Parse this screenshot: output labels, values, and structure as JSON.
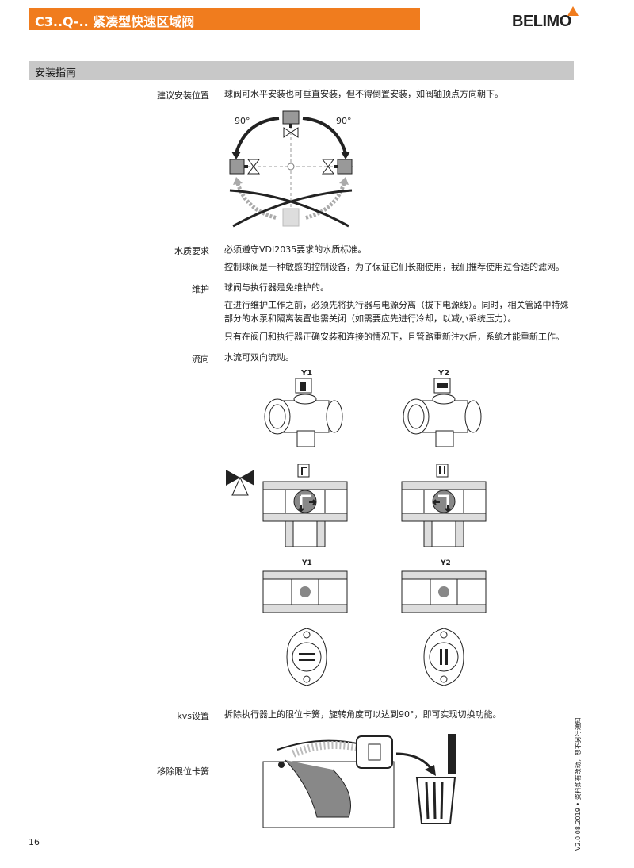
{
  "header": {
    "title": "C3..Q-.. 紧凑型快速区域阀",
    "logo_text": "BELIMO"
  },
  "section": {
    "title": "安装指南"
  },
  "install_position": {
    "label": "建议安装位置",
    "text": "球阀可水平安装也可垂直安装，但不得倒置安装，如阀轴顶点方向朝下。",
    "angle_left": "90°",
    "angle_right": "90°"
  },
  "water_quality": {
    "label": "水质要求",
    "text1": "必须遵守VDI2035要求的水质标准。",
    "text2": "控制球阀是一种敏感的控制设备，为了保证它们长期使用，我们推荐使用过合适的滤网。"
  },
  "maintenance": {
    "label": "维护",
    "text1": "球阀与执行器是免维护的。",
    "text2": "在进行维护工作之前，必须先将执行器与电源分离（拔下电源线）。同时，相关管路中特殊部分的水泵和隔离装置也需关闭（如需要应先进行冷却，以减小系统压力）。",
    "text3": "只有在阀门和执行器正确安装和连接的情况下，且管路重新注水后，系统才能重新工作。"
  },
  "flow": {
    "label": "流向",
    "text": "水流可双向流动。",
    "y1": "Y1",
    "y2": "Y2"
  },
  "kvs": {
    "label": "kvs设置",
    "text": "拆除执行器上的限位卡簧，旋转角度可以达到90°，即可实现切换功能。",
    "remove_label": "移除限位卡簧"
  },
  "footer": {
    "page_number": "16",
    "side_note": "V2.0 08.2019 • 资料如有改动，恕不另行通知"
  },
  "colors": {
    "orange": "#f07c1e",
    "section_gray": "#c8c8c8"
  }
}
